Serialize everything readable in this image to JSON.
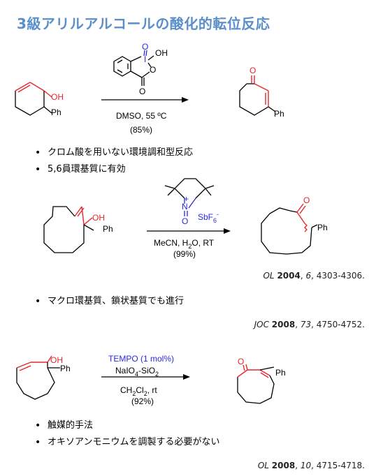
{
  "title": "3級アリルアルコールの酸化的転位反応",
  "colors": {
    "title": "#5b8fc9",
    "highlight_red": "#e6262b",
    "reagent_blue": "#2a2adf"
  },
  "scheme1": {
    "reactant": {
      "oh": "OH",
      "ph": "Ph"
    },
    "reagent": {
      "i": "I",
      "o_top": "O",
      "oh": "OH",
      "o_ring": "O",
      "o_carbonyl": "O"
    },
    "conditions": "DMSO, 55 ºC",
    "yield": "(85%)",
    "product": {
      "o": "O",
      "ph": "Ph"
    }
  },
  "bullets1": [
    "クロム酸を用いない環境調和型反応",
    "5,6員環基質に有効"
  ],
  "scheme2": {
    "reactant": {
      "oh": "OH",
      "ph": "Ph"
    },
    "reagent": {
      "plus": "+",
      "n": "N",
      "o": "O",
      "counterion": "SbF",
      "sub": "6",
      "sup": "-"
    },
    "conditions_line1": {
      "a": "MeCN, H",
      "sub": "2",
      "b": "O, RT"
    },
    "yield": "(99%)",
    "product": {
      "o": "O",
      "ph": "Ph"
    }
  },
  "reference1": {
    "journal": "OL",
    "year": "2004",
    "volume": "6",
    "pages": "4303-4306."
  },
  "bullets2": [
    "マクロ環基質、鎖状基質でも進行"
  ],
  "reference2": {
    "journal": "JOC",
    "year": "2008",
    "volume": "73",
    "pages": "4750-4752."
  },
  "scheme3": {
    "reactant": {
      "oh": "OH",
      "ph": "Ph"
    },
    "reagent_line1": "TEMPO (1 mol%)",
    "reagent_line2": {
      "a": "NaIO",
      "sub": "4",
      "b": "-SiO",
      "sub2": "2"
    },
    "conditions_line1": {
      "a": "CH",
      "sub": "2",
      "b": "Cl",
      "sub2": "2",
      "c": ", rt"
    },
    "yield": "(92%)",
    "product": {
      "o": "O",
      "ph": "Ph"
    }
  },
  "bullets3": [
    "触媒的手法",
    "オキソアンモニウムを調製する必要がない"
  ],
  "reference3": {
    "journal": "OL",
    "year": "2008",
    "volume": "10",
    "pages": "4715-4718."
  }
}
